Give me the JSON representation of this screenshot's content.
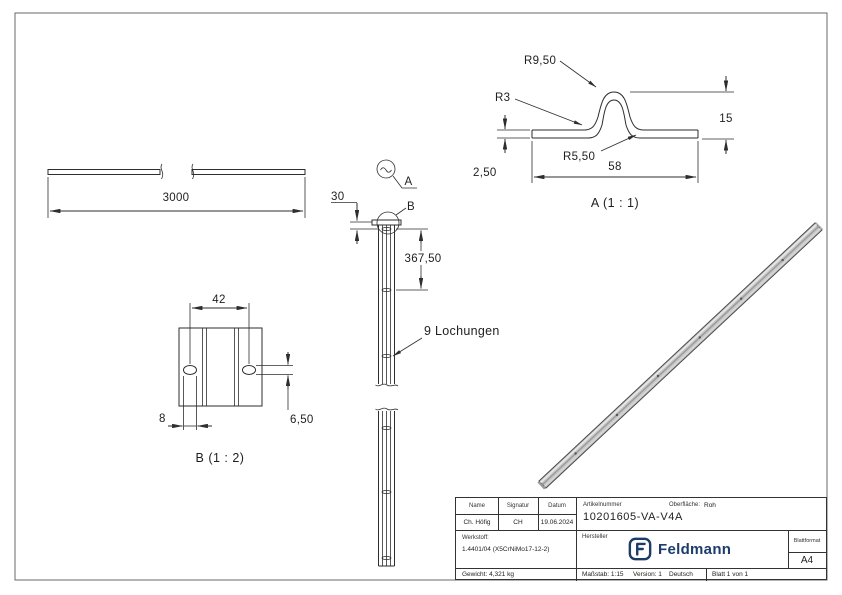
{
  "drawing": {
    "side_view": {
      "length": "3000"
    },
    "detail_a": {
      "label": "A (1 : 1)",
      "r_top": "R9,50",
      "r_left": "R3",
      "r_bottom": "R5,50",
      "height": "15",
      "thickness": "2,50",
      "width": "58"
    },
    "detail_b": {
      "label": "B (1 : 2)",
      "hole_spacing": "42",
      "hole_width": "8",
      "hole_height": "6,50"
    },
    "front_view": {
      "end_distance": "30",
      "hole_pitch": "367,50",
      "holes_note": "9 Lochungen",
      "section_label": "A",
      "detail_label": "B"
    }
  },
  "title_block": {
    "headers": {
      "name": "Name",
      "signature": "Signatur",
      "date": "Datum"
    },
    "values": {
      "name": "Ch. Höfig",
      "signature": "CH",
      "date": "19.06.2024"
    },
    "article": {
      "label": "Artikelnummer",
      "number": "10201605-VA-V4A"
    },
    "surface": {
      "label": "Oberfläche:",
      "value": "Roh"
    },
    "material": {
      "label": "Werkstoff:",
      "value": "1.4401/04 (X5CrNiMo17-12-2)"
    },
    "manufacturer": {
      "label": "Hersteller",
      "brand": "Feldmann"
    },
    "format": {
      "label": "Blattformat",
      "value": "A4"
    },
    "footer": {
      "weight": "Gewicht: 4,321 kg",
      "scale": "Maßstab: 1:15",
      "version": "Version: 1",
      "language": "Deutsch",
      "sheet": "Blatt 1 von 1"
    }
  },
  "colors": {
    "brand_navy": "#1d3c6b",
    "line": "#2e2e2e"
  }
}
